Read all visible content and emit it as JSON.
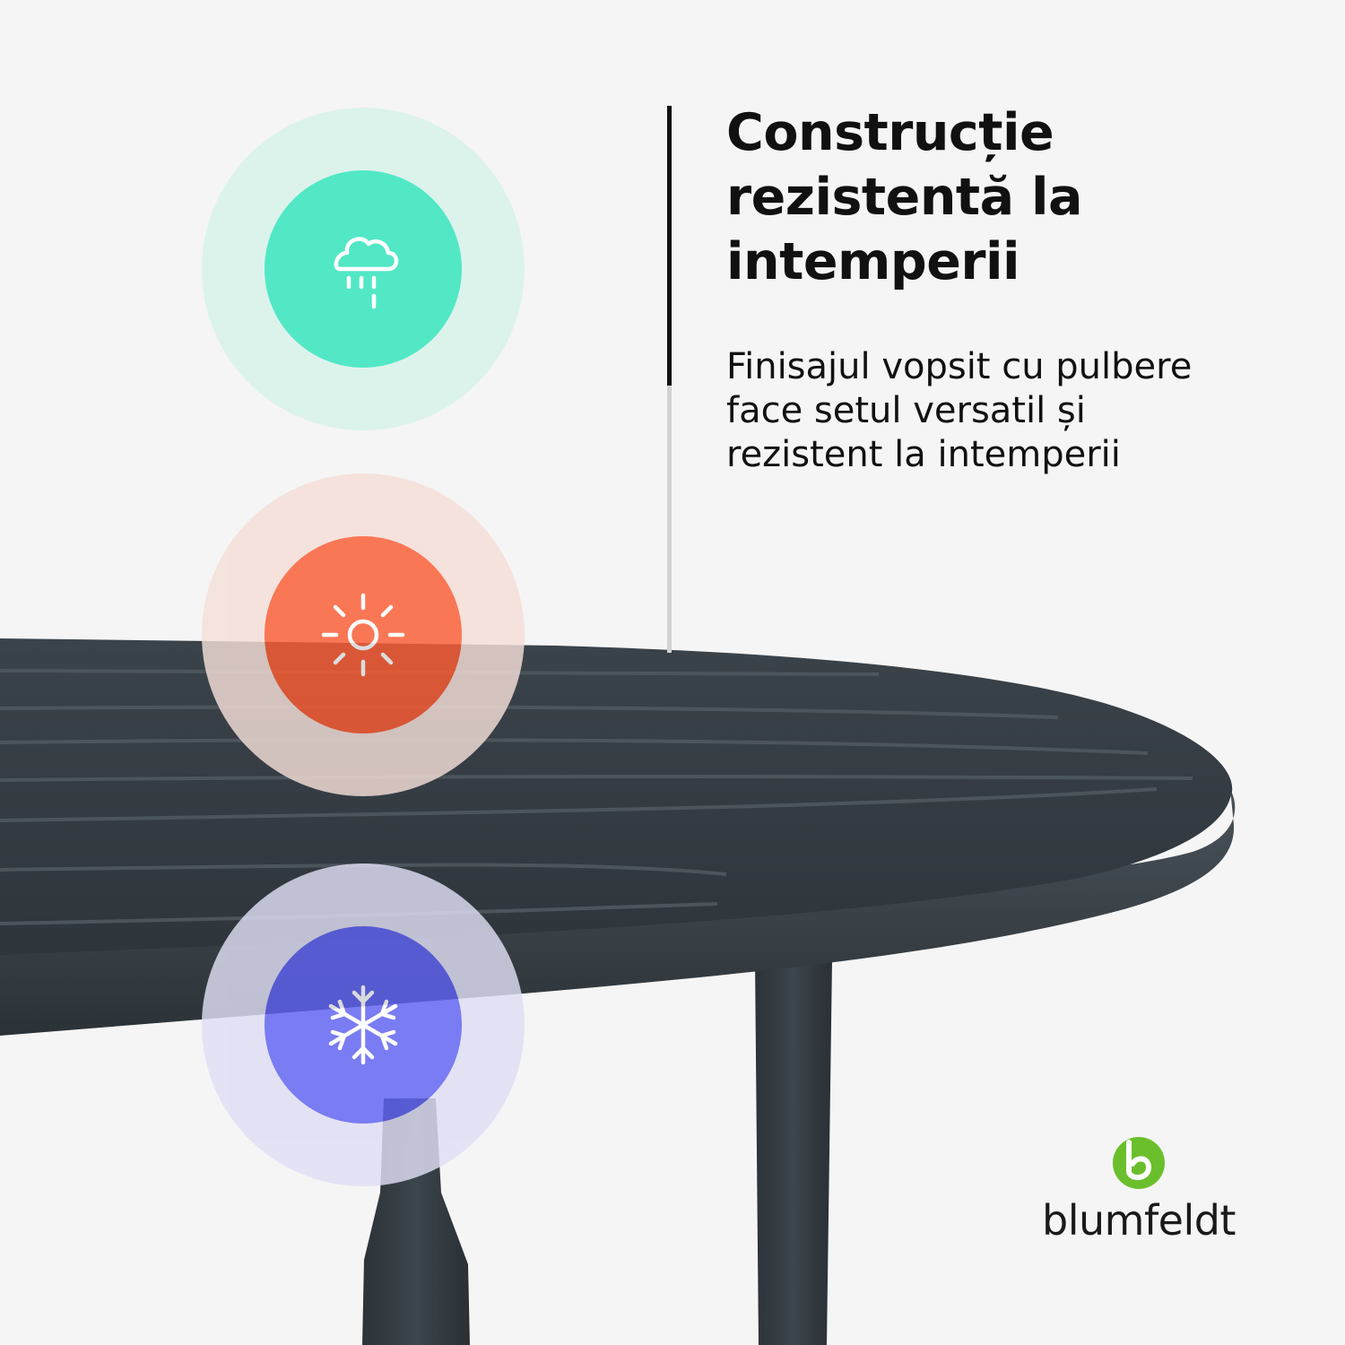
{
  "feature": {
    "headline_lines": [
      "Construcție",
      "rezistentă la",
      "intemperii"
    ],
    "description_lines": [
      "Finisajul vopsit cu pulbere",
      "face setul versatil și",
      "rezistent la intemperii"
    ]
  },
  "badges": [
    {
      "icon": "rain-cloud-icon",
      "color": "#52e8c5",
      "halo": "#dcf3ec"
    },
    {
      "icon": "sun-icon",
      "color": "#fc5c32",
      "halo": "#f5dfd8"
    },
    {
      "icon": "snowflake-icon",
      "color": "#5f62f2",
      "halo": "#e0dff5"
    }
  ],
  "brand": {
    "name": "blumfeldt",
    "logo_icon": "blumfeldt-logo-icon",
    "logo_color": "#6bbf2c"
  },
  "product": {
    "color": "#333b42"
  }
}
